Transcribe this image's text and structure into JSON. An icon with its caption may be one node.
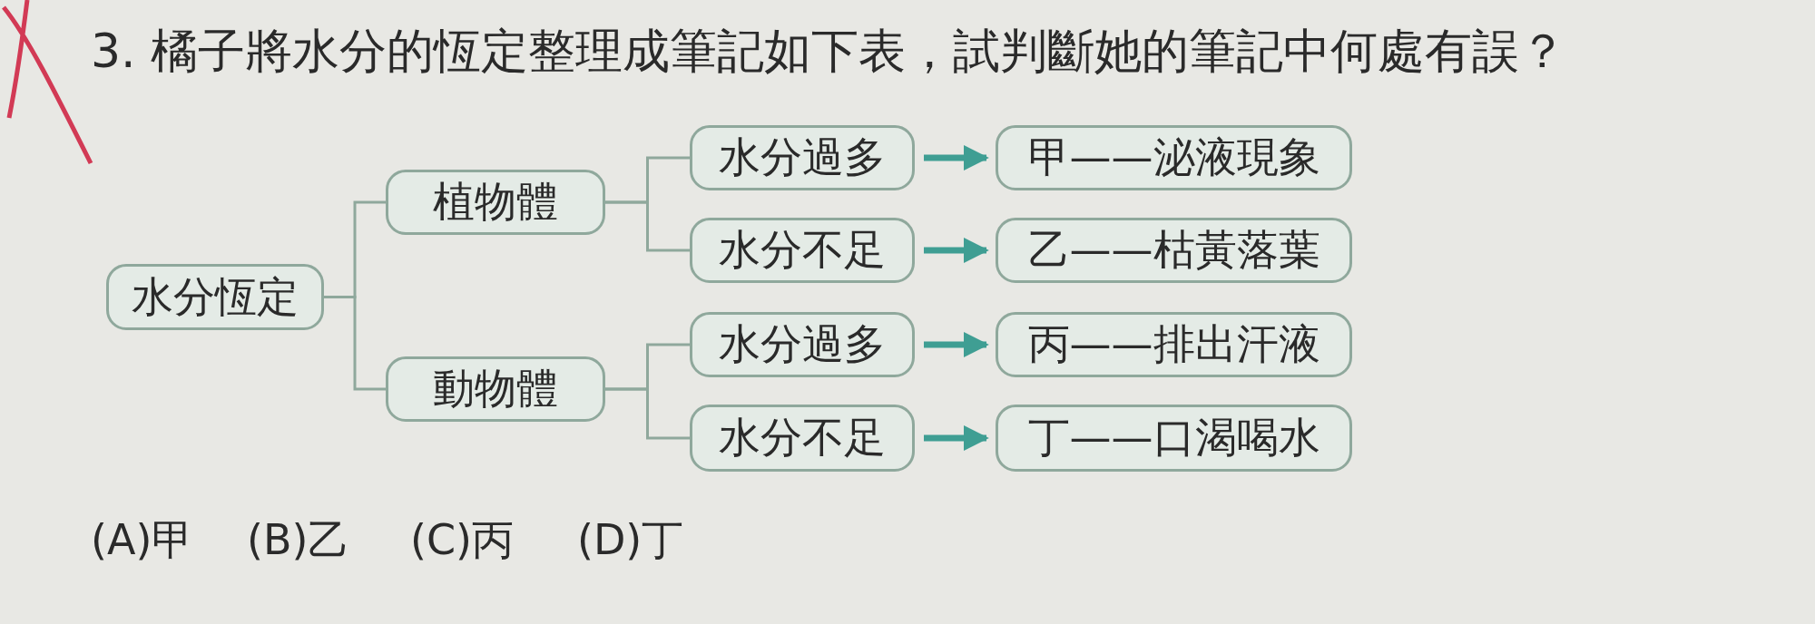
{
  "diagram": {
    "title": "3. 橘子將水分的恆定整理成筆記如下表，試判斷她的筆記中何處有誤？",
    "nodes": [
      {
        "text": [
          "水分恆定"
        ]
      },
      {
        "text": [
          "植物體"
        ]
      },
      {
        "text": [
          "水分過多"
        ]
      },
      {
        "text": [
          "甲——泌液現象"
        ]
      },
      {
        "text": [
          "水分不足"
        ]
      },
      {
        "text": [
          "乙——枯黃落葉"
        ]
      },
      {
        "text": [
          "動物體"
        ]
      },
      {
        "text": [
          "水分過多"
        ]
      },
      {
        "text": [
          "丙——排出汗液"
        ]
      },
      {
        "text": [
          "水分不足"
        ]
      },
      {
        "text": [
          "丁——口渴喝水"
        ]
      }
    ],
    "edges": [
      {
        "from": 0,
        "to": 1,
        "arrow": "none"
      },
      {
        "from": 0,
        "to": 6,
        "arrow": "none"
      },
      {
        "from": 1,
        "to": 2,
        "arrow": "none"
      },
      {
        "from": 1,
        "to": 4,
        "arrow": "none"
      },
      {
        "from": 6,
        "to": 7,
        "arrow": "none"
      },
      {
        "from": 6,
        "to": 9,
        "arrow": "none"
      },
      {
        "from": 2,
        "to": 3,
        "arrow": "to",
        "style": "thick",
        "color": "#3f9e93"
      },
      {
        "from": 4,
        "to": 5,
        "arrow": "to",
        "style": "thick",
        "color": "#3f9e93"
      },
      {
        "from": 7,
        "to": 8,
        "arrow": "to",
        "style": "thick",
        "color": "#3f9e93"
      },
      {
        "from": 9,
        "to": 10,
        "arrow": "to",
        "style": "thick",
        "color": "#3f9e93"
      }
    ],
    "labels": [
      "(A)甲",
      "(B)乙",
      "(C)丙",
      "(D)丁"
    ]
  }
}
